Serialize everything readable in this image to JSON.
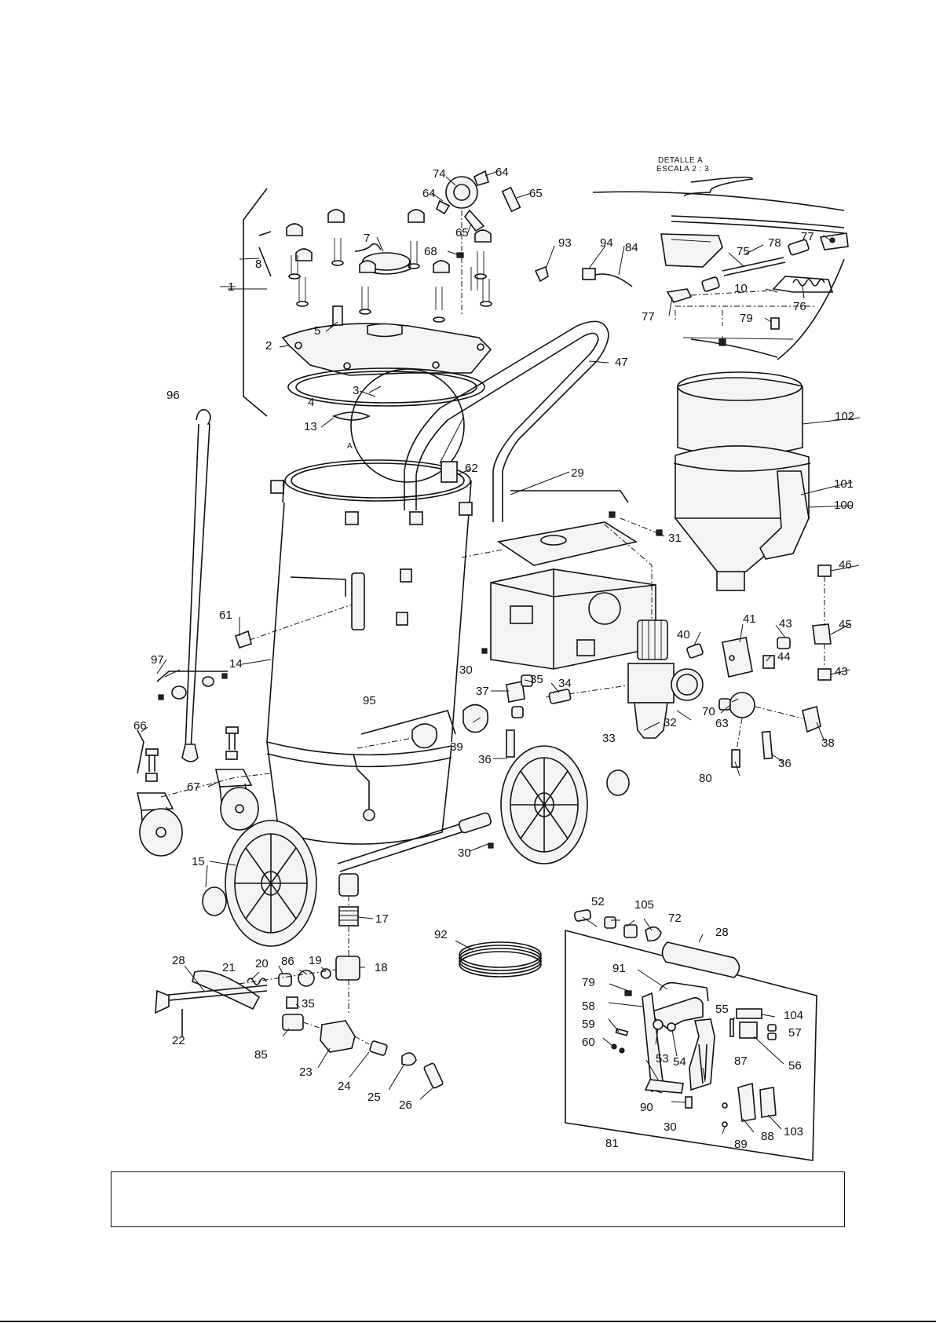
{
  "detail": {
    "title_line1": "DETALLE A",
    "title_line2": "ESCALA 2 : 3",
    "marker": "A"
  },
  "callouts": [
    "1",
    "2",
    "3",
    "4",
    "5",
    "7",
    "8",
    "10",
    "13",
    "14",
    "15",
    "17",
    "18",
    "19",
    "20",
    "21",
    "22",
    "23",
    "24",
    "25",
    "26",
    "28",
    "29",
    "30",
    "31",
    "32",
    "33",
    "34",
    "35",
    "36",
    "37",
    "38",
    "39",
    "40",
    "41",
    "43",
    "44",
    "45",
    "46",
    "47",
    "52",
    "53",
    "54",
    "55",
    "56",
    "57",
    "58",
    "59",
    "60",
    "61",
    "62",
    "63",
    "64",
    "65",
    "66",
    "67",
    "68",
    "70",
    "72",
    "74",
    "75",
    "76",
    "77",
    "78",
    "79",
    "80",
    "81",
    "84",
    "85",
    "86",
    "87",
    "88",
    "89",
    "90",
    "91",
    "92",
    "93",
    "94",
    "95",
    "96",
    "97",
    "100",
    "101",
    "102",
    "103",
    "104",
    "105"
  ],
  "caption_box": {
    "text": ""
  }
}
